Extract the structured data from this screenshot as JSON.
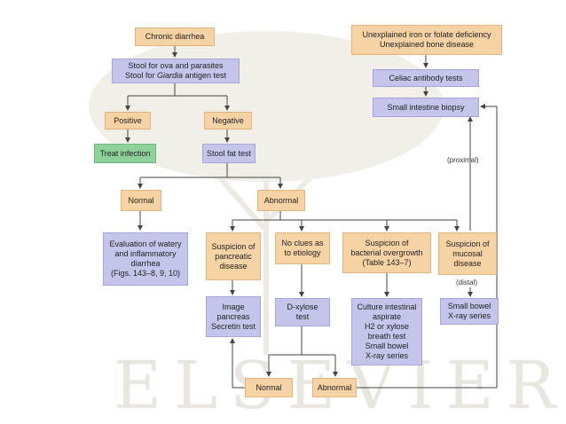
{
  "watermark": "ELSEVIER",
  "nodes": {
    "chronic_diarrhea": [
      "Chronic diarrhea"
    ],
    "unexplained": [
      "Unexplained iron or folate deficiency",
      "Unexplained bone disease"
    ],
    "stool_ova": [
      "Stool for ova and parasites"
    ],
    "stool_giardia_pre": "Stool for ",
    "stool_giardia_it": "Giardia",
    "stool_giardia_post": " antigen test",
    "celiac": [
      "Celiac antibody tests"
    ],
    "biopsy": [
      "Small intestine biopsy"
    ],
    "positive": [
      "Positive"
    ],
    "negative": [
      "Negative"
    ],
    "treat": [
      "Treat infection"
    ],
    "fat_test": [
      "Stool fat test"
    ],
    "normal_top": [
      "Normal"
    ],
    "abnormal_top": [
      "Abnormal"
    ],
    "evaluation": [
      "Evaluation of watery",
      "and inflammatory",
      "diarrhea",
      "(Figs. 143–8, 9, 10)"
    ],
    "pancreatic": [
      "Suspicion of",
      "pancreatic",
      "disease"
    ],
    "no_clues": [
      "No clues as",
      "to etiology"
    ],
    "bacterial": [
      "Suspicion of",
      "bacterial overgrowth",
      "(Table 143–7)"
    ],
    "mucosal": [
      "Suspicion of",
      "mucosal",
      "disease"
    ],
    "image_pancreas": [
      "Image",
      "pancreas",
      "Secretin test"
    ],
    "dxylose": [
      "D-xylose",
      "test"
    ],
    "culture": [
      "Culture intestinal",
      "aspirate",
      "H2 or xylose",
      "breath test",
      "Small bowel",
      "X-ray series"
    ],
    "small_bowel": [
      "Small bowel",
      "X-ray series"
    ],
    "normal_bottom": [
      "Normal"
    ],
    "abnormal_bottom": [
      "Abnormal"
    ]
  },
  "edge_labels": {
    "proximal": "(proximal)",
    "distal": "(distal)"
  },
  "colors": {
    "orange": "#f6d3a5",
    "blue": "#c5c4ea",
    "green": "#8fd19a",
    "line": "#444444"
  }
}
